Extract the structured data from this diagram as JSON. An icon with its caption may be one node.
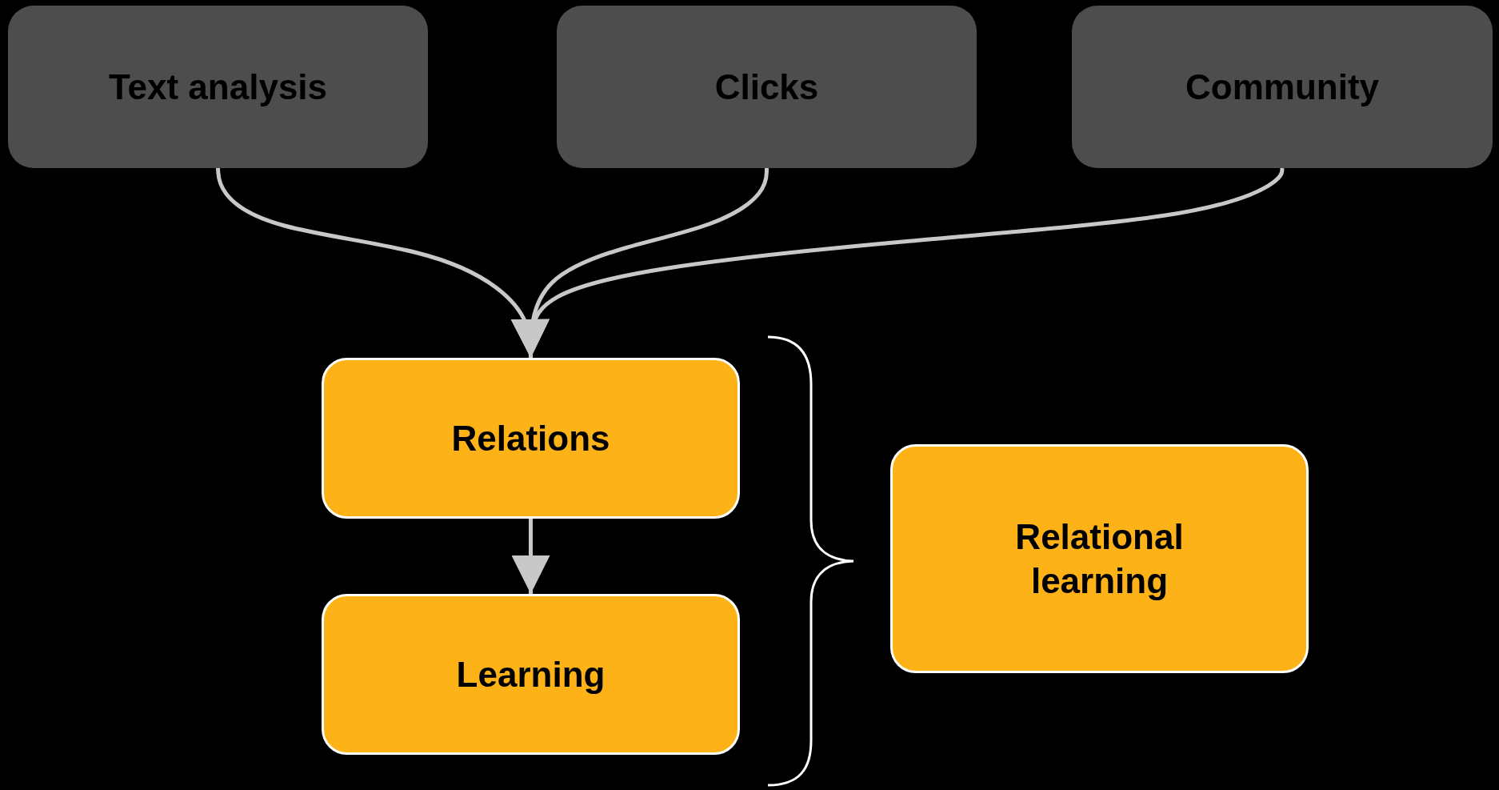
{
  "diagram": {
    "nodes": [
      {
        "text": [
          "Text analysis"
        ]
      },
      {
        "text": [
          "Clicks"
        ]
      },
      {
        "text": [
          "Community"
        ]
      },
      {
        "text": [
          "Relations"
        ]
      },
      {
        "text": [
          "Learning"
        ]
      },
      {
        "text": [
          "Relational learning"
        ]
      }
    ],
    "edges": [
      {
        "from": 0,
        "to": 3,
        "arrow": "to"
      },
      {
        "from": 1,
        "to": 3,
        "arrow": "to"
      },
      {
        "from": 2,
        "to": 3,
        "arrow": "to"
      },
      {
        "from": 3,
        "to": 4,
        "arrow": "to"
      }
    ]
  }
}
